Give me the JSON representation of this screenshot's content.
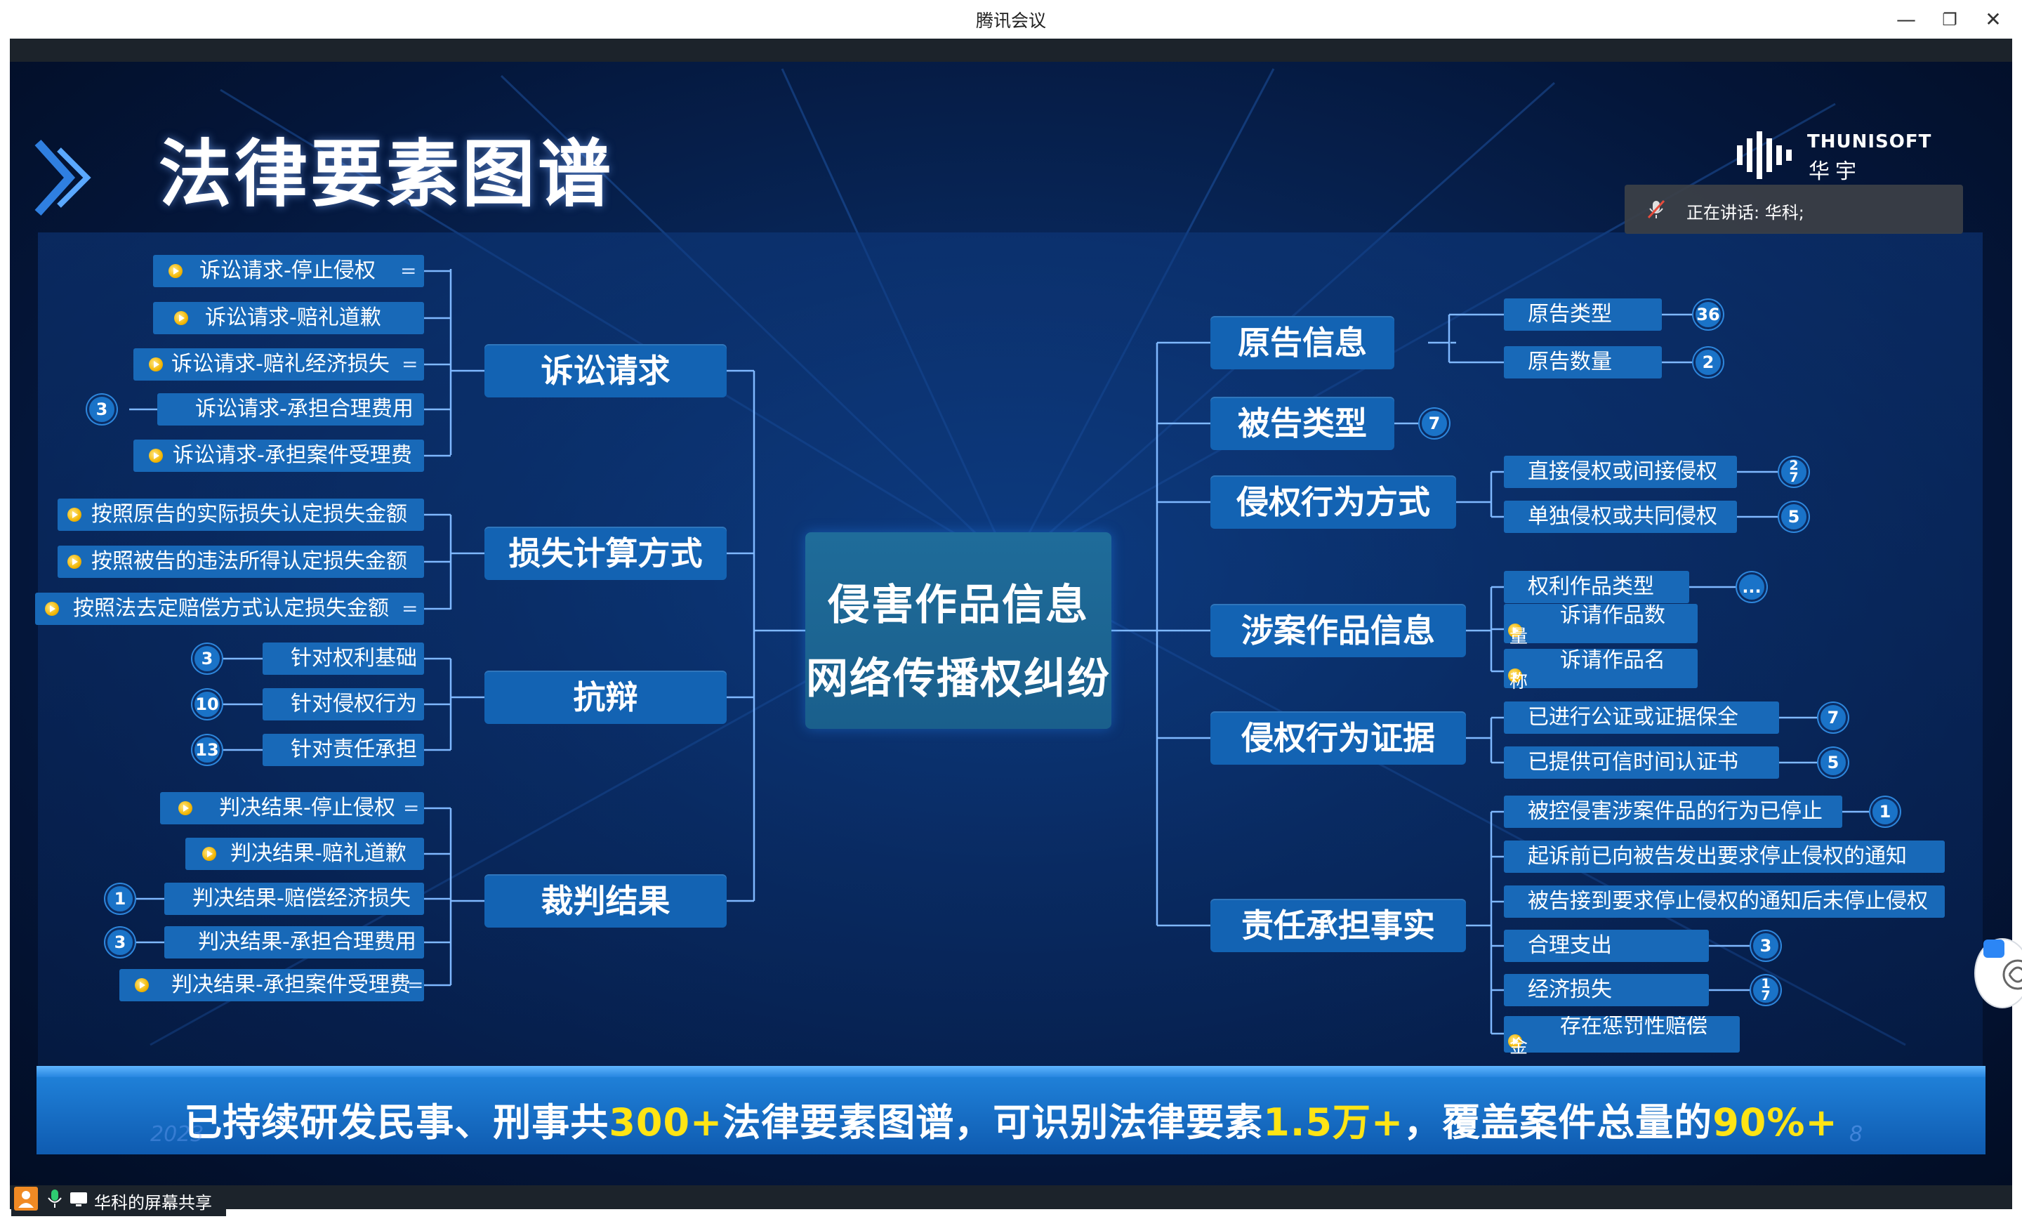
{
  "window": {
    "title": "腾讯会议",
    "min_glyph": "—",
    "max_glyph": "❐",
    "close_glyph": "✕"
  },
  "slide": {
    "title": "法律要素图谱",
    "logo": {
      "en": "THUNISOFT",
      "cn": "华宇",
      "icon": "thunisoft-logo-icon"
    },
    "speaker": {
      "label": "正在讲话:  华科;",
      "icon": "mic-muted-icon"
    },
    "center": {
      "line1": "侵害作品信息",
      "line2": "网络传播权纠纷"
    },
    "left_branches": [
      {
        "label": "诉讼请求"
      },
      {
        "label": "损失计算方式"
      },
      {
        "label": "抗辩"
      },
      {
        "label": "裁判结果"
      }
    ],
    "left_leaves": [
      {
        "text": "诉讼请求-停止侵权",
        "eq": "="
      },
      {
        "text": "诉讼请求-赔礼道歉"
      },
      {
        "text": "诉讼请求-赔礼经济损失",
        "eq": "="
      },
      {
        "text": "诉讼请求-承担合理费用",
        "badge": "3"
      },
      {
        "text": "诉讼请求-承担案件受理费"
      },
      {
        "text": "按照原告的实际损失认定损失金额"
      },
      {
        "text": "按照被告的违法所得认定损失金额"
      },
      {
        "text": "按照法去定赔偿方式认定损失金额",
        "eq": "="
      },
      {
        "text": "针对权利基础",
        "badge": "3"
      },
      {
        "text": "针对侵权行为",
        "badge": "10"
      },
      {
        "text": "针对责任承担",
        "badge": "13"
      },
      {
        "text": "判决结果-停止侵权",
        "eq": "="
      },
      {
        "text": "判决结果-赔礼道歉"
      },
      {
        "text": "判决结果-赔偿经济损失",
        "badge": "1"
      },
      {
        "text": "判决结果-承担合理费用",
        "badge": "3"
      },
      {
        "text": "判决结果-承担案件受理费",
        "eq": "="
      }
    ],
    "right_branches": [
      {
        "label": "原告信息"
      },
      {
        "label": "被告类型",
        "badge": "7"
      },
      {
        "label": "侵权行为方式"
      },
      {
        "label": "涉案作品信息"
      },
      {
        "label": "侵权行为证据"
      },
      {
        "label": "责任承担事实"
      }
    ],
    "right_leaves": [
      {
        "text": "原告类型",
        "badge": "36"
      },
      {
        "text": "原告数量",
        "badge": "2"
      },
      {
        "text": "直接侵权或间接侵权",
        "badge": "2\n7"
      },
      {
        "text": "单独侵权或共同侵权",
        "badge": "5"
      },
      {
        "text": "权利作品类型",
        "badge": "..."
      },
      {
        "text": "诉请作品数",
        "under": "量"
      },
      {
        "text": "诉请作品名",
        "under": "称"
      },
      {
        "text": "已进行公证或证据保全",
        "badge": "7"
      },
      {
        "text": "已提供可信时间认证书",
        "badge": "5"
      },
      {
        "text": "被控侵害涉案件品的行为已停止",
        "badge": "1"
      },
      {
        "text": "起诉前已向被告发出要求停止侵权的通知"
      },
      {
        "text": "被告接到要求停止侵权的通知后未停止侵权"
      },
      {
        "text": "合理支出",
        "badge": "3"
      },
      {
        "text": "经济损失",
        "badge": "1\n7"
      },
      {
        "text": "存在惩罚性赔偿",
        "under": "金"
      }
    ],
    "banner": {
      "p1": "已持续研发民事、刑事共",
      "h1": "300+",
      "p2": "法律要素图谱，可识别法律要素",
      "h2": "1.5万+",
      "p3": "，覆盖案件总量的",
      "h3": "90%+"
    },
    "ghost_year": "2023",
    "ghost_page": "8"
  },
  "bottom": {
    "share_label": "华科的屏幕共享"
  },
  "colors": {
    "branch": "#1363b3",
    "leaf": "#1869b8",
    "highlight": "#ffe414",
    "badge": "#1a73c8"
  }
}
